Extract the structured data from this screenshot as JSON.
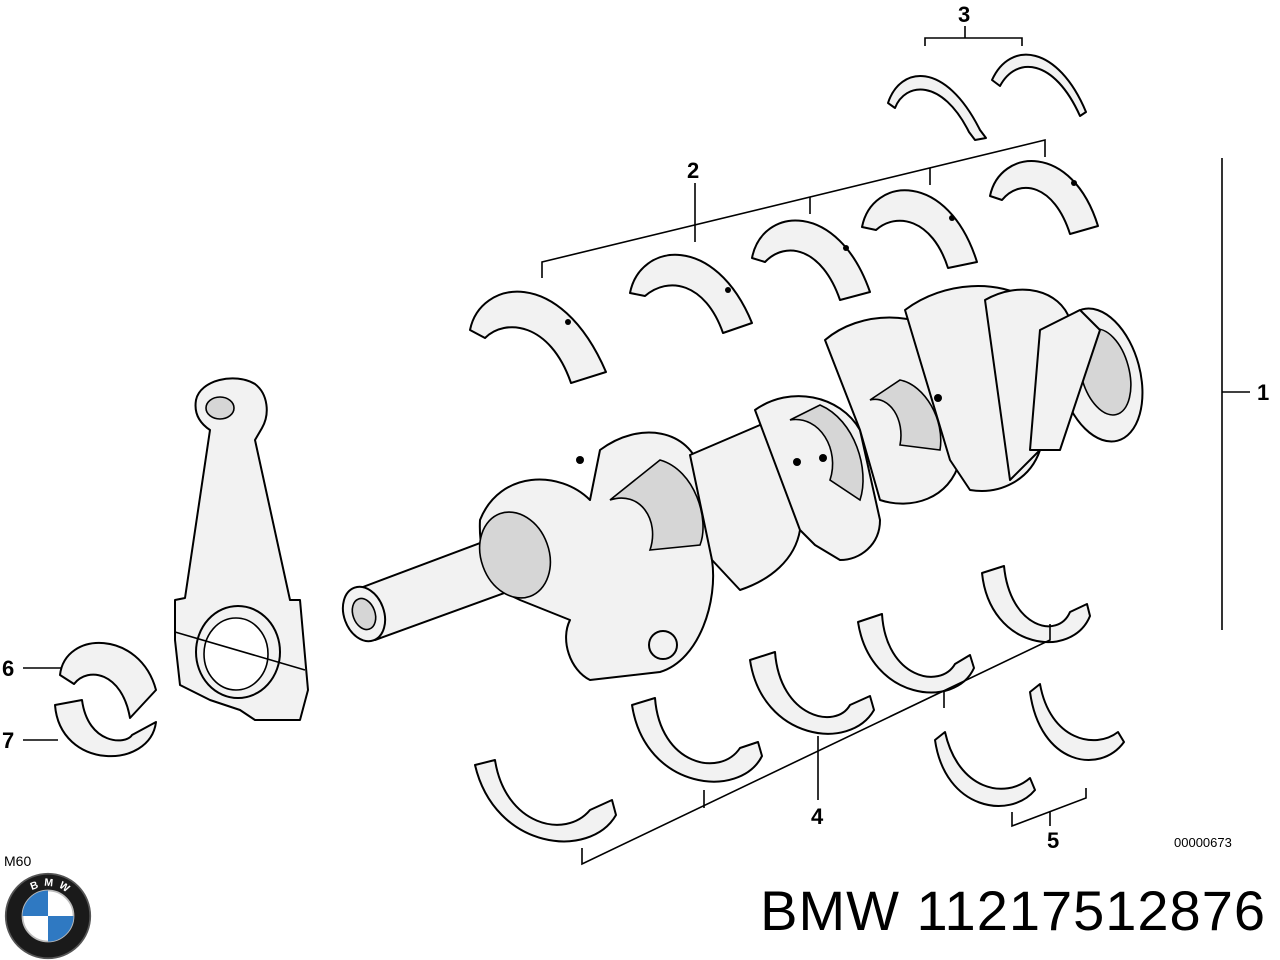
{
  "diagram": {
    "callouts": [
      {
        "id": "1",
        "label": "1"
      },
      {
        "id": "2",
        "label": "2"
      },
      {
        "id": "3",
        "label": "3"
      },
      {
        "id": "4",
        "label": "4"
      },
      {
        "id": "5",
        "label": "5"
      },
      {
        "id": "6",
        "label": "6"
      },
      {
        "id": "7",
        "label": "7"
      }
    ],
    "drawing_number": "00000673",
    "engine_code": "M60"
  },
  "footer": {
    "title": "BMW 11217512876",
    "logo": {
      "name": "bmw-logo",
      "text": "BMW"
    }
  },
  "colors": {
    "line": "#000000",
    "fill": "#f2f2f2",
    "shade": "#d6d6d6"
  }
}
